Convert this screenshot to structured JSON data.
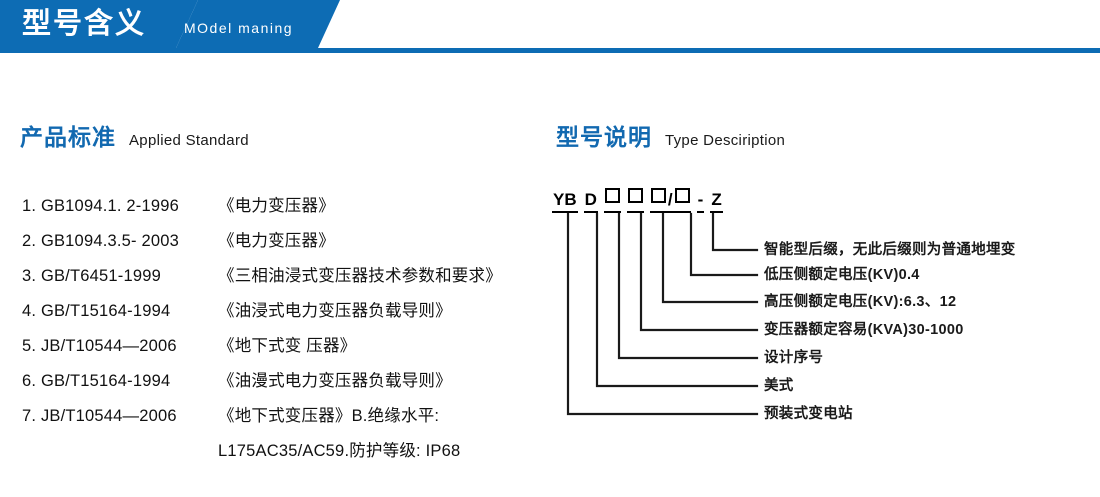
{
  "header": {
    "title_cn": "型号含义",
    "title_en": "MOdel maning",
    "accent_color": "#0d6cb4"
  },
  "sections": {
    "standard": {
      "heading_cn": "产品标准",
      "heading_en": "Applied Standard",
      "items": [
        {
          "code": "1. GB1094.1. 2-1996",
          "title": "《电力变压器》"
        },
        {
          "code": "2. GB1094.3.5- 2003",
          "title": "《电力变压器》"
        },
        {
          "code": "3. GB/T6451-1999",
          "title": "《三相油浸式变压器技术参数和要求》"
        },
        {
          "code": "4. GB/T15164-1994",
          "title": "《油浸式电力变压器负载导则》"
        },
        {
          "code": "5. JB/T10544—2006",
          "title": "《地下式变 压器》"
        },
        {
          "code": "6. GB/T15164-1994",
          "title": "《油漫式电力变压器负载导则》"
        },
        {
          "code": "7. JB/T10544—2006",
          "title": "《地下式变压器》B.绝缘水平:"
        }
      ],
      "continuation": "L175AC35/AC59.防护等级: IP68"
    },
    "type": {
      "heading_cn": "型号说明",
      "heading_en": "Type Desciription",
      "code": {
        "seg_yb": "YB",
        "seg_d": "D",
        "seg_slash": "/",
        "seg_dash": "-",
        "seg_z": "Z",
        "box_glyph": "□"
      },
      "labels": [
        "智能型后缀，无此后缀则为普通地埋变",
        "低压侧额定电压(KV)0.4",
        "高压侧额定电压(KV):6.3、12",
        "变压器额定容易(KVA)30-1000",
        "设计序号",
        "美式",
        "预装式变电站"
      ]
    }
  }
}
